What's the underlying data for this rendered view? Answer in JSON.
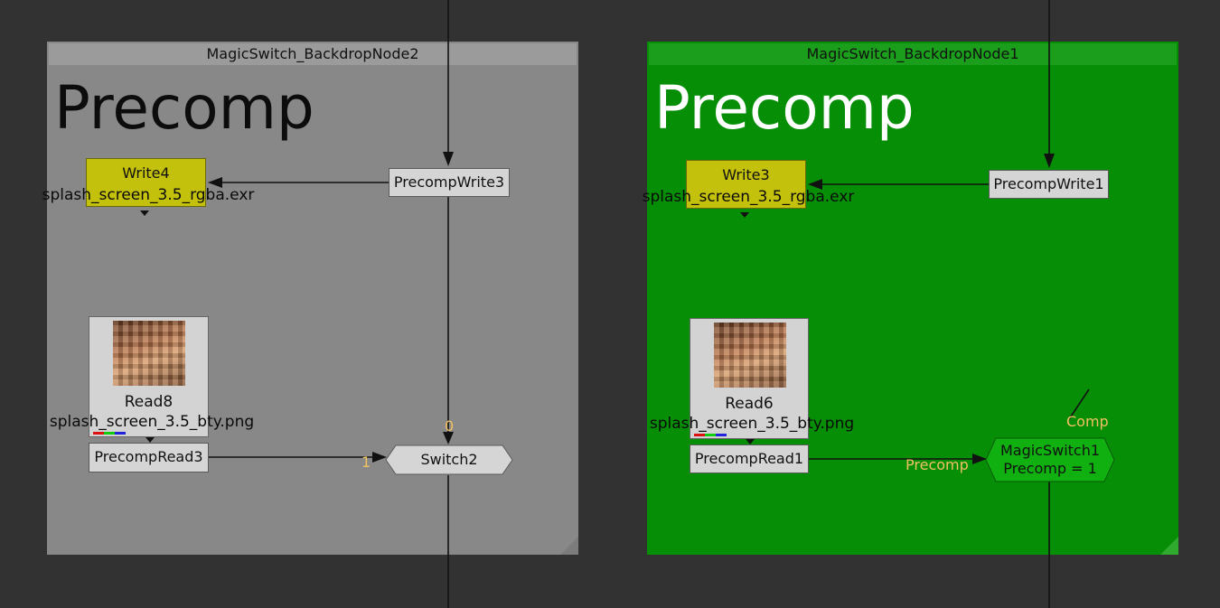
{
  "colors": {
    "canvas": "#323232",
    "gray_backdrop": "#888888",
    "green_backdrop": "#078e07",
    "write_node": "#c4c10c",
    "switch_node": "#d5d5d5",
    "magicswitch_node": "#10b010",
    "pin_label": "#f1c062"
  },
  "backdrops": {
    "left": {
      "title": "MagicSwitch_BackdropNode2",
      "label": "Precomp"
    },
    "right": {
      "title": "MagicSwitch_BackdropNode1",
      "label": "Precomp"
    }
  },
  "nodes": {
    "write4": {
      "name": "Write4",
      "file": "splash_screen_3.5_rgba.exr"
    },
    "precompwrite3": {
      "name": "PrecompWrite3"
    },
    "read8": {
      "name": "Read8",
      "file": "splash_screen_3.5_bty.png"
    },
    "precompread3": {
      "name": "PrecompRead3"
    },
    "switch2": {
      "name": "Switch2",
      "input_top": "0",
      "input_left": "1"
    },
    "write3": {
      "name": "Write3",
      "file": "splash_screen_3.5_rgba.exr"
    },
    "precompwrite1": {
      "name": "PrecompWrite1"
    },
    "read6": {
      "name": "Read6",
      "file": "splash_screen_3.5_bty.png"
    },
    "precompread1": {
      "name": "PrecompRead1"
    },
    "magicswitch1": {
      "name": "MagicSwitch1",
      "value": "Precomp = 1",
      "input_comp": "Comp",
      "input_precomp": "Precomp"
    }
  },
  "icons": {
    "thumbnail": "image-thumbnail-icon",
    "channels": "rgb-channel-indicator-icon",
    "arrow": "arrowhead-icon"
  }
}
